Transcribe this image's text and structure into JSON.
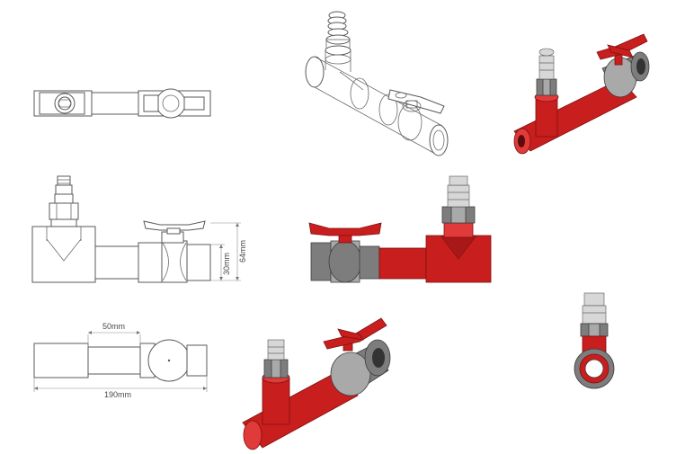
{
  "dimensions": {
    "height_30": "30mm",
    "height_64": "64mm",
    "length_50": "50mm",
    "length_190": "190mm"
  },
  "colors": {
    "pipe_red": "#c81e1e",
    "valve_gray": "#7d7d7d",
    "outline": "#5a5a5a"
  }
}
